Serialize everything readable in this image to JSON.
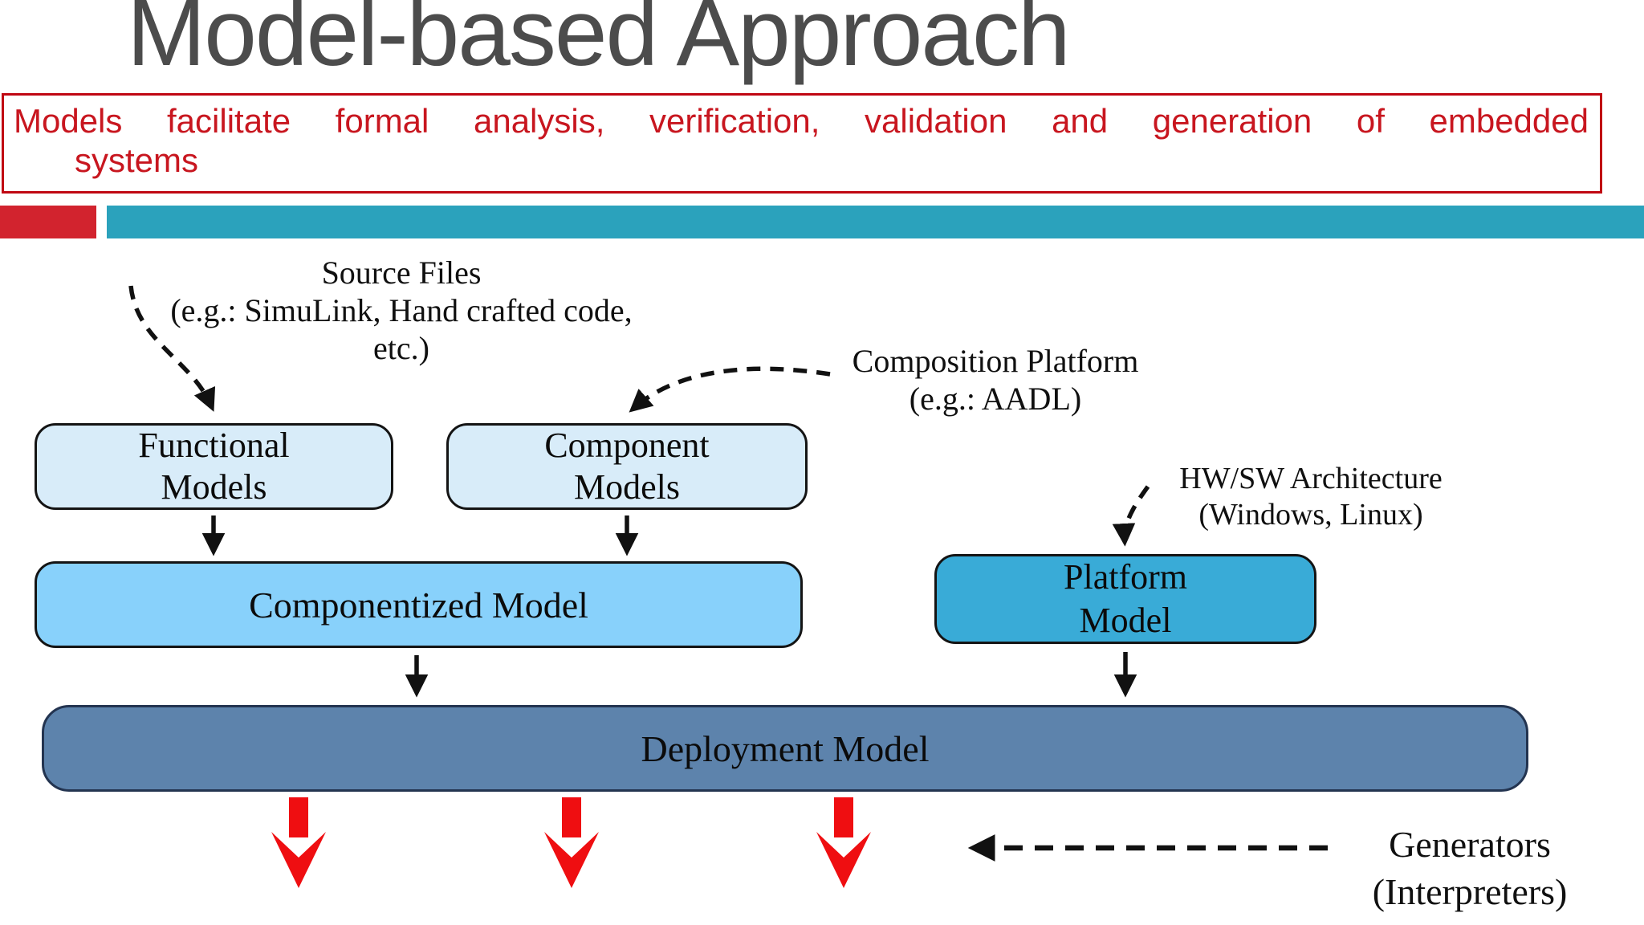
{
  "slide": {
    "title": "Model-based Approach",
    "key_message": {
      "line1": "Models facilitate formal analysis, verification, validation and generation of embedded",
      "line2": "systems"
    },
    "labels": {
      "source_files": {
        "line1": "Source Files",
        "line2": "(e.g.: SimuLink, Hand crafted code, etc.)"
      },
      "composition_platform": {
        "line1": "Composition Platform",
        "line2": "(e.g.: AADL)"
      },
      "hw_sw_architecture": {
        "line1": "HW/SW Architecture",
        "line2": "(Windows, Linux)"
      },
      "generators": {
        "line1": "Generators",
        "line2": "(Interpreters)"
      }
    },
    "boxes": {
      "functional": {
        "line1": "Functional",
        "line2": "Models"
      },
      "component": {
        "line1": "Component",
        "line2": "Models"
      },
      "componentized": {
        "label": "Componentized Model"
      },
      "platform": {
        "line1": "Platform",
        "line2": "Model"
      },
      "deployment": {
        "label": "Deployment Model"
      }
    },
    "colors": {
      "title_gray": "#4c4c4c",
      "key_message_red": "#c8161f",
      "key_border_red": "#c00712",
      "accent_bar_red": "#d2232e",
      "accent_bar_teal": "#2ba2bc",
      "box_light_blue": "#d8ecf9",
      "box_sky_blue": "#88d1fb",
      "box_teal_blue": "#39abd7",
      "box_steel_blue": "#5d83ac",
      "arrow_black": "#111111",
      "arrow_red": "#ef0e11"
    }
  }
}
